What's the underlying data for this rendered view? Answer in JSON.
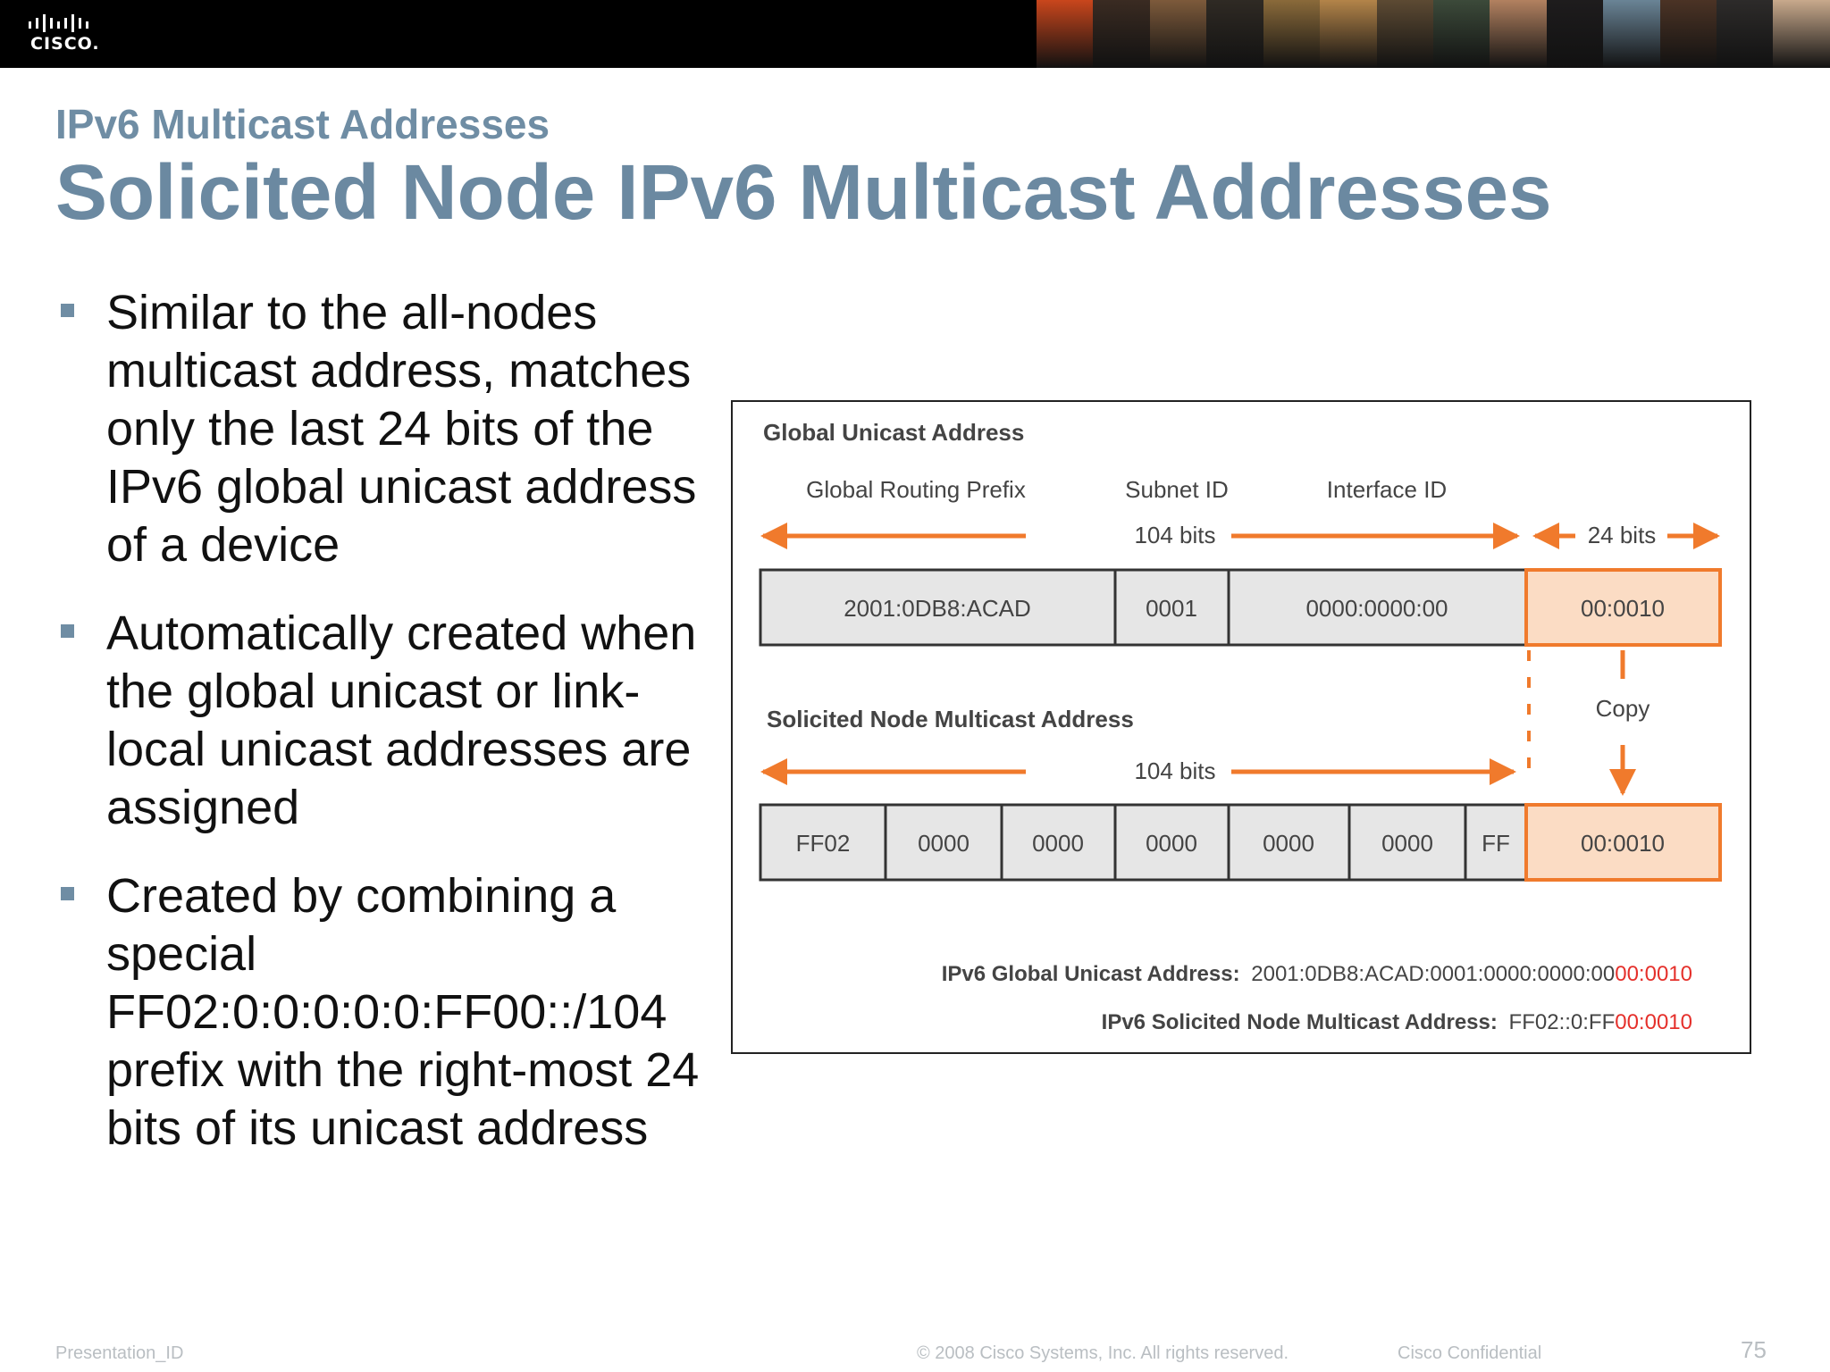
{
  "header": {
    "logo_text": "CISCO.",
    "photo_colors": [
      "#c9461c",
      "#3a2b22",
      "#7d5a3b",
      "#2f2a24",
      "#8a6a3a",
      "#b38449",
      "#5d4a33",
      "#3c4a3a",
      "#b28160",
      "#1e1c1d",
      "#6a8496",
      "#4b3325",
      "#2d2b2a",
      "#c8a98c"
    ]
  },
  "slide": {
    "subtitle": "IPv6 Multicast Addresses",
    "title": "Solicited Node IPv6 Multicast Addresses"
  },
  "bullets": [
    {
      "text": "Similar to the all-nodes multicast address, matches only the last 24 bits of the IPv6 global unicast address of a device"
    },
    {
      "text": "Automatically created when the global unicast or link-local unicast addresses are assigned"
    },
    {
      "text": "Created by combining a special FF02:0:0:0:0:0:FF00::/104 prefix with the right-most 24 bits of its unicast address"
    }
  ],
  "diagram": {
    "global_title": "Global Unicast Address",
    "routing_prefix_label": "Global Routing Prefix",
    "subnet_id_label": "Subnet ID",
    "interface_id_label": "Interface ID",
    "bits_104": "104 bits",
    "bits_24": "24 bits",
    "global_cells": [
      "2001:0DB8:ACAD",
      "0001",
      "0000:0000:00",
      "00:0010"
    ],
    "copy_label": "Copy",
    "solicited_title": "Solicited Node Multicast Address",
    "solicited_cells": [
      "FF02",
      "0000",
      "0000",
      "0000",
      "0000",
      "0000",
      "FF",
      "00:0010"
    ],
    "line1_label": "IPv6 Global Unicast Address:",
    "line1_value": "2001:0DB8:ACAD:0001:0000:0000:00",
    "line1_highlight": "00:0010",
    "line2_label": "IPv6 Solicited Node Multicast Address:",
    "line2_value": "FF02::0:FF",
    "line2_highlight": "00:0010",
    "colors": {
      "orange": "#f07a2c",
      "orange_fill": "#fbdcc4",
      "cell_fill": "#e6e6e6",
      "highlight_red": "#e5302b"
    }
  },
  "footer": {
    "presentation_id": "Presentation_ID",
    "copyright": "© 2008 Cisco Systems, Inc. All rights reserved.",
    "confidential": "Cisco Confidential",
    "page_number": "75"
  }
}
